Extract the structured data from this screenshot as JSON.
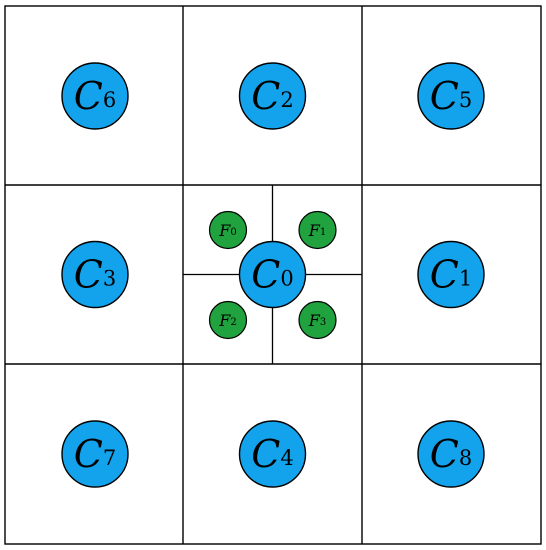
{
  "cells": [
    {
      "id": "C6",
      "letter": "C",
      "index": "6"
    },
    {
      "id": "C2",
      "letter": "C",
      "index": "2"
    },
    {
      "id": "C5",
      "letter": "C",
      "index": "5"
    },
    {
      "id": "C3",
      "letter": "C",
      "index": "3"
    },
    {
      "id": "C0",
      "letter": "C",
      "index": "0"
    },
    {
      "id": "C1",
      "letter": "C",
      "index": "1"
    },
    {
      "id": "C7",
      "letter": "C",
      "index": "7"
    },
    {
      "id": "C4",
      "letter": "C",
      "index": "4"
    },
    {
      "id": "C8",
      "letter": "C",
      "index": "8"
    }
  ],
  "subcells": [
    {
      "id": "F0",
      "letter": "F",
      "index": "0"
    },
    {
      "id": "F1",
      "letter": "F",
      "index": "1"
    },
    {
      "id": "F2",
      "letter": "F",
      "index": "2"
    },
    {
      "id": "F3",
      "letter": "F",
      "index": "3"
    }
  ],
  "colors": {
    "cell_fill": "#13a3ec",
    "subcell_fill": "#20a33e",
    "line": "#000000",
    "background": "#ffffff"
  }
}
